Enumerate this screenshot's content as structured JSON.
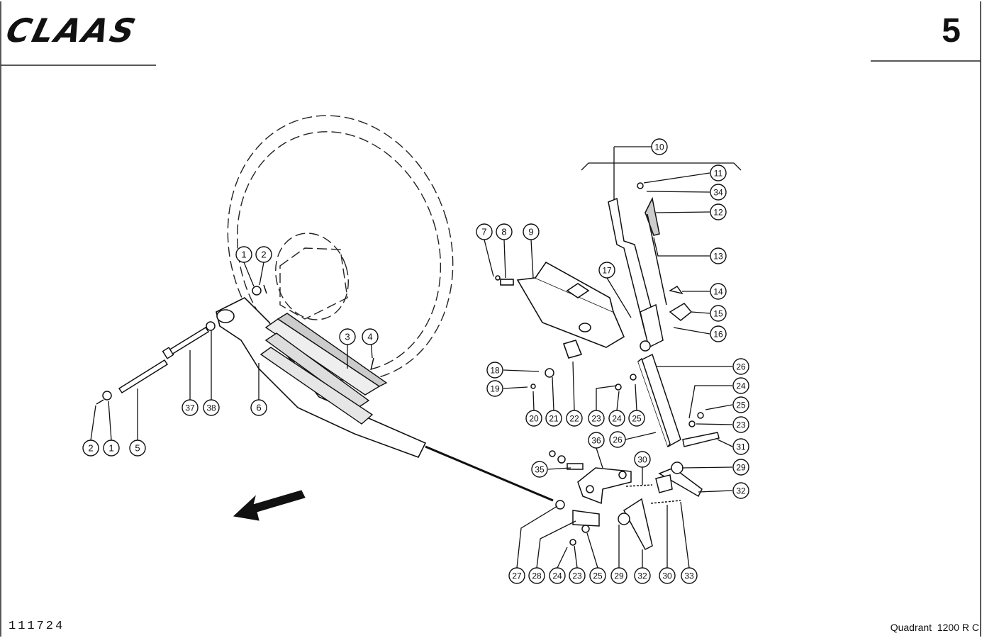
{
  "header": {
    "brand": "CLAAS",
    "page_number": "5"
  },
  "footer": {
    "drawing_number": "111724",
    "model": "Quadrant  1200 R C"
  },
  "callouts": [
    {
      "id": "c1a",
      "label": "1"
    },
    {
      "id": "c2a",
      "label": "2"
    },
    {
      "id": "c3",
      "label": "3"
    },
    {
      "id": "c4",
      "label": "4"
    },
    {
      "id": "c6",
      "label": "6"
    },
    {
      "id": "c37",
      "label": "37"
    },
    {
      "id": "c38",
      "label": "38"
    },
    {
      "id": "c2b",
      "label": "2"
    },
    {
      "id": "c1b",
      "label": "1"
    },
    {
      "id": "c5",
      "label": "5"
    },
    {
      "id": "c7",
      "label": "7"
    },
    {
      "id": "c8",
      "label": "8"
    },
    {
      "id": "c9",
      "label": "9"
    },
    {
      "id": "c10",
      "label": "10"
    },
    {
      "id": "c11",
      "label": "11"
    },
    {
      "id": "c34",
      "label": "34"
    },
    {
      "id": "c12",
      "label": "12"
    },
    {
      "id": "c13",
      "label": "13"
    },
    {
      "id": "c14",
      "label": "14"
    },
    {
      "id": "c15",
      "label": "15"
    },
    {
      "id": "c16",
      "label": "16"
    },
    {
      "id": "c17",
      "label": "17"
    },
    {
      "id": "c18",
      "label": "18"
    },
    {
      "id": "c19",
      "label": "19"
    },
    {
      "id": "c20",
      "label": "20"
    },
    {
      "id": "c21",
      "label": "21"
    },
    {
      "id": "c22",
      "label": "22"
    },
    {
      "id": "c23a",
      "label": "23"
    },
    {
      "id": "c24a",
      "label": "24"
    },
    {
      "id": "c25a",
      "label": "25"
    },
    {
      "id": "c26a",
      "label": "26"
    },
    {
      "id": "c26b",
      "label": "26"
    },
    {
      "id": "c24b",
      "label": "24"
    },
    {
      "id": "c25b",
      "label": "25"
    },
    {
      "id": "c23b",
      "label": "23"
    },
    {
      "id": "c31",
      "label": "31"
    },
    {
      "id": "c29a",
      "label": "29"
    },
    {
      "id": "c32a",
      "label": "32"
    },
    {
      "id": "c36",
      "label": "36"
    },
    {
      "id": "c30a",
      "label": "30"
    },
    {
      "id": "c35",
      "label": "35"
    },
    {
      "id": "c27",
      "label": "27"
    },
    {
      "id": "c28",
      "label": "28"
    },
    {
      "id": "c24c",
      "label": "24"
    },
    {
      "id": "c23c",
      "label": "23"
    },
    {
      "id": "c25c",
      "label": "25"
    },
    {
      "id": "c29b",
      "label": "29"
    },
    {
      "id": "c32b",
      "label": "32"
    },
    {
      "id": "c30b",
      "label": "30"
    },
    {
      "id": "c33",
      "label": "33"
    }
  ]
}
